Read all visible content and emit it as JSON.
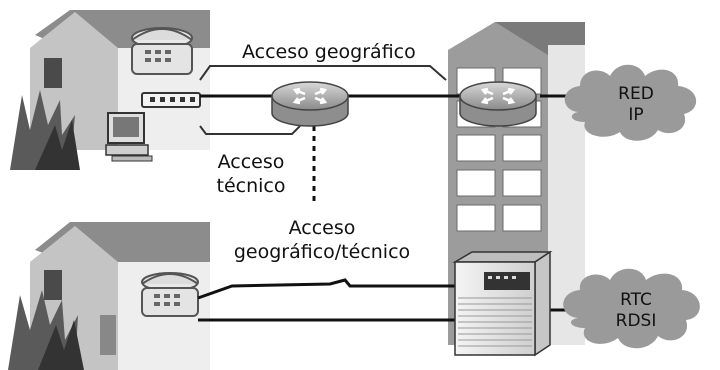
{
  "labels": {
    "geo_access": "Acceso geográfico",
    "tech_access": [
      "Acceso",
      "técnico"
    ],
    "geo_tech_access": [
      "Acceso",
      "geográfico/técnico"
    ]
  },
  "clouds": {
    "ip": [
      "RED",
      "IP"
    ],
    "pstn": [
      "RTC",
      "RDSI"
    ]
  }
}
